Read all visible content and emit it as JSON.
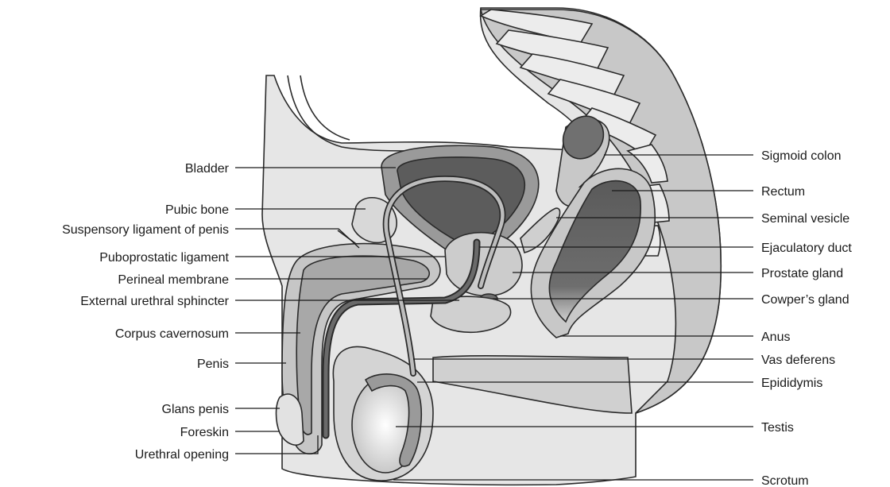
{
  "figure": {
    "left_labels": [
      "Bladder",
      "Pubic bone",
      "Suspensory ligament of penis",
      "Puboprostatic ligament",
      "Perineal membrane",
      "External urethral sphincter",
      "Corpus cavernosum",
      "Penis",
      "Glans penis",
      "Foreskin",
      "Urethral opening"
    ],
    "right_labels": [
      "Sigmoid colon",
      "Rectum",
      "Seminal vesicle",
      "Ejaculatory duct",
      "Prostate gland",
      "Cowper’s gland",
      "Anus",
      "Vas deferens",
      "Epididymis",
      "Testis",
      "Scrotum"
    ]
  },
  "colors": {
    "outline": "#2a2a2a",
    "body_fill": "#e6e6e6",
    "tissue_mid": "#c8c8c8",
    "tissue_dark": "#6a6a6a",
    "lumen": "#5c5c5c",
    "bone": "#d8d8d8",
    "background": "#ffffff"
  }
}
